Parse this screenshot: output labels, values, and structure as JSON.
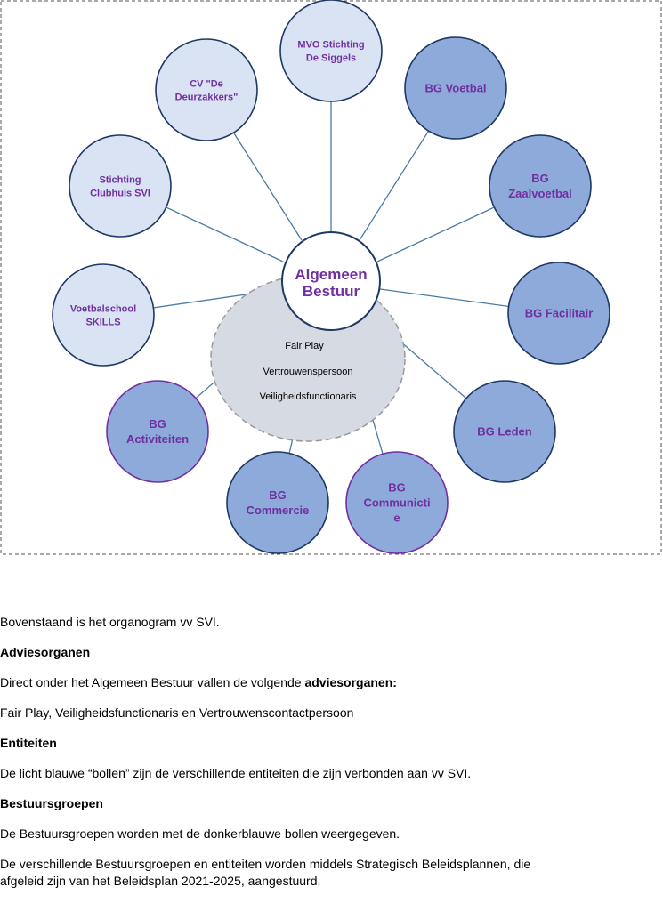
{
  "diagram": {
    "center": {
      "lines": [
        "Algemeen",
        "Bestuur"
      ]
    },
    "advisory": [
      "Fair Play",
      "Vertrouwenspersoon",
      "Veiligheidsfunctionaris"
    ],
    "nodes": [
      {
        "id": "mvo",
        "kind": "entity",
        "lines": [
          "MVO Stichting",
          "De Siggels"
        ]
      },
      {
        "id": "deurzakkers",
        "kind": "entity",
        "lines": [
          "CV \"De",
          "Deurzakkers\""
        ]
      },
      {
        "id": "clubhuis",
        "kind": "entity",
        "lines": [
          "Stichting",
          "Clubhuis SVI"
        ]
      },
      {
        "id": "skills",
        "kind": "entity",
        "lines": [
          "Voetbalschool",
          "SKILLS"
        ]
      },
      {
        "id": "voetbal",
        "kind": "group",
        "lines": [
          "BG Voetbal"
        ]
      },
      {
        "id": "zaalvoetbal",
        "kind": "group",
        "lines": [
          "BG",
          "Zaalvoetbal"
        ]
      },
      {
        "id": "facilitair",
        "kind": "group",
        "lines": [
          "BG Facilitair"
        ]
      },
      {
        "id": "leden",
        "kind": "group",
        "lines": [
          "BG Leden"
        ]
      },
      {
        "id": "communicatie",
        "kind": "group-purple",
        "lines": [
          "BG",
          "Communicti",
          "e"
        ]
      },
      {
        "id": "commercie",
        "kind": "group",
        "lines": [
          "BG",
          "Commercie"
        ]
      },
      {
        "id": "activiteiten",
        "kind": "group-purple",
        "lines": [
          "BG",
          "Activiteiten"
        ]
      }
    ],
    "colors": {
      "entity_fill": "#dae3f3",
      "group_fill": "#8eaadb",
      "node_stroke": "#1f3864",
      "purple_stroke": "#7030a0",
      "text": "#7030a0",
      "line": "#4a7ba7",
      "advisory_fill": "#d6dae3"
    }
  },
  "text": {
    "intro": "Bovenstaand is het organogram vv SVI.",
    "h_advies": "Adviesorganen",
    "advies_pre": "Direct onder het Algemeen Bestuur vallen de volgende ",
    "advies_bold": "adviesorganen:",
    "advies_list": "Fair Play, Veiligheidsfunctionaris en Vertrouwenscontactpersoon",
    "h_entiteiten": "Entiteiten",
    "entiteiten": "De licht blauwe “bollen” zijn de verschillende entiteiten die zijn verbonden aan vv SVI.",
    "h_groepen": "Bestuursgroepen",
    "groepen": "De Bestuursgroepen worden met de donkerblauwe bollen weergegeven.",
    "slot_1": "De verschillende Bestuursgroepen en entiteiten worden middels Strategisch Beleidsplannen, die",
    "slot_2": "afgeleid zijn van het Beleidsplan 2021-2025, aangestuurd."
  }
}
